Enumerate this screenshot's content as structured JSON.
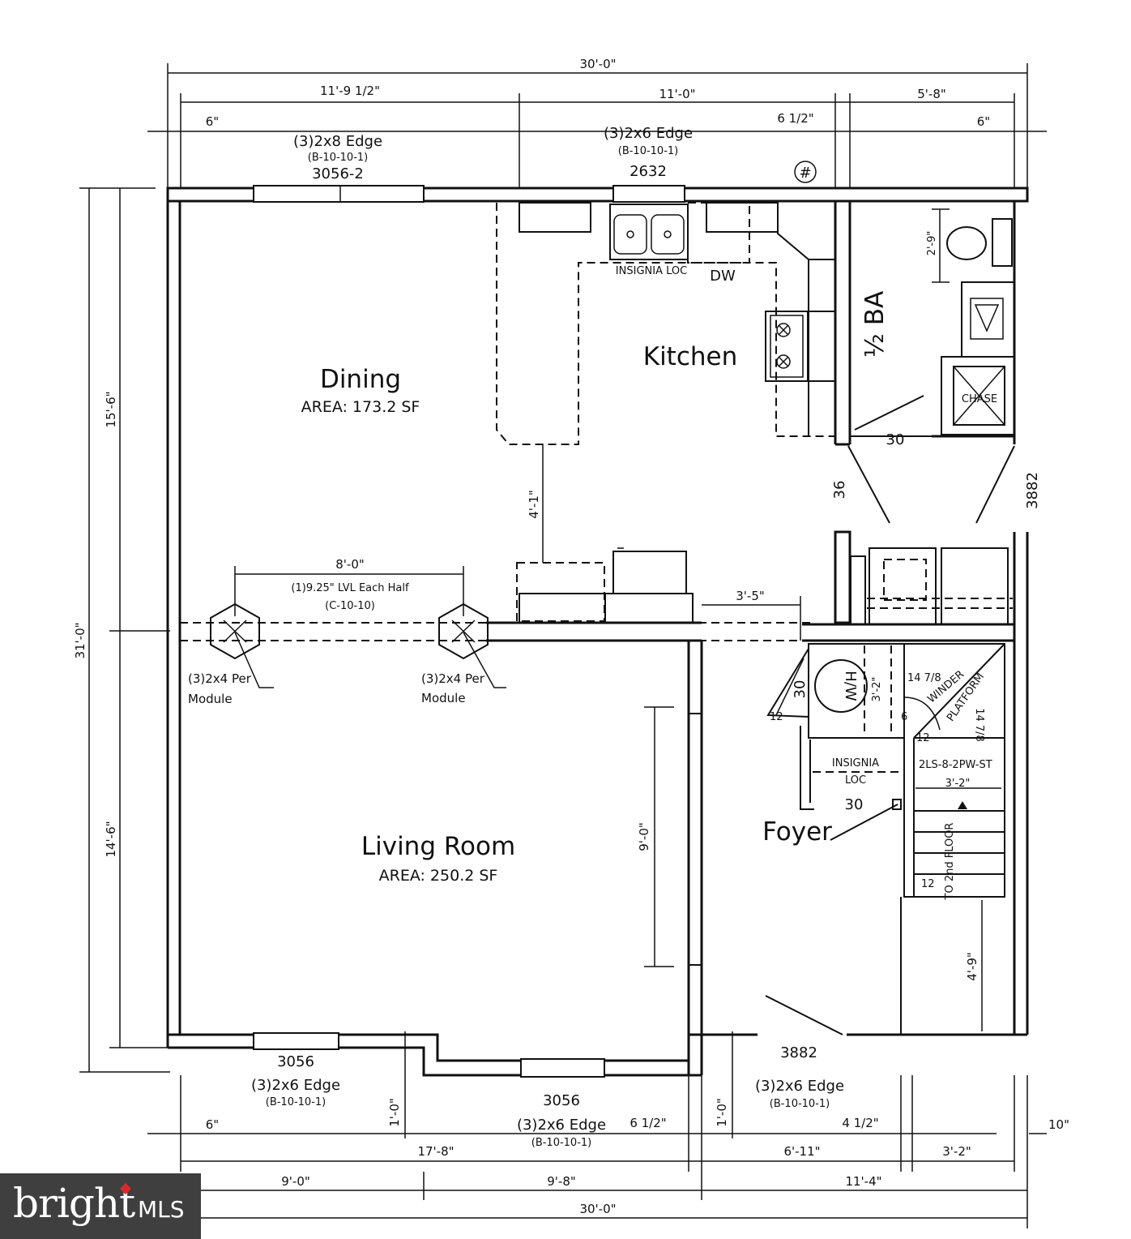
{
  "rooms": {
    "dining": {
      "name": "Dining",
      "area": "AREA:  173.2 SF"
    },
    "kitchen": {
      "name": "Kitchen"
    },
    "living": {
      "name": "Living Room",
      "area": "AREA:  250.2 SF"
    },
    "foyer": {
      "name": "Foyer"
    },
    "half_bath": {
      "name": "½ BA"
    },
    "chase": {
      "name": "CHASE"
    }
  },
  "dims": {
    "top_overall": "30'-0\"",
    "top_1": "11'-9 1/2\"",
    "top_2": "11'-0\"",
    "top_3": "5'-8\"",
    "top_off_1": "6\"",
    "top_off_2": "6 1/2\"",
    "top_off_3": "6\"",
    "left_overall": "31'-0\"",
    "left_upper": "15'-6\"",
    "left_lower": "14'-6\"",
    "bath_h": "2'-9\"",
    "bot_17_8": "17'-8\"",
    "bot_6_11": "6'-11\"",
    "bot_3_2": "3'-2\"",
    "bot_9_0": "9'-0\"",
    "bot_9_8": "9'-8\"",
    "bot_11_4": "11'-4\"",
    "bot_overall": "30'-0\"",
    "bot_off_1": "6\"",
    "bot_off_2": "6 1/2\"",
    "bot_off_3": "4 1/2\"",
    "bot_off_4": "10\"",
    "bay_1": "1'-0\"",
    "bay_2": "1'-0\"",
    "beam_span": "8'-0\"",
    "dining_4_1": "4'-1\"",
    "opening_3_5": "3'-5\"",
    "living_9_0": "9'-0\"",
    "stair_3_2_a": "3'-2\"",
    "stair_3_2_b": "3'-2\"",
    "stair_4_9": "4'-9\""
  },
  "labels": {
    "hdr_top_left": "(3)2x8 Edge",
    "hdr_top_left_ref": "(B-10-10-1)",
    "win_top_left": "3056-2",
    "hdr_top_mid": "(3)2x6 Edge",
    "hdr_top_mid_ref": "(B-10-10-1)",
    "win_top_mid": "2632",
    "hash": "#",
    "insignia_1": "INSIGNIA LOC",
    "dw": "DW",
    "beam": "(1)9.25\" LVL Each Half",
    "beam_ref": "(C-10-10)",
    "post_l1": "(3)2x4 Per",
    "post_l2": "Module",
    "post_r1": "(3)2x4 Per",
    "post_r2": "Module",
    "door_36": "36",
    "door_30_bath": "30",
    "door_3882_r": "3882",
    "door_30_hall": "30",
    "hw": "H/W",
    "stair_14_7_8": "14 7/8",
    "winder": "WINDER",
    "platform": "PLATFORM",
    "stair_14_7_8_b": "14 7/8",
    "stair_6": "6",
    "stair_12a": "12",
    "stair_12b": "12",
    "stair_model": "2LS-8-2PW-ST",
    "insignia_2": "INSIGNIA",
    "insignia_2b": "LOC",
    "door_30_foyer": "30",
    "to_2nd": "TO 2nd FLOOR",
    "win_bot_left": "3056",
    "hdr_bot_left": "(3)2x6 Edge",
    "hdr_bot_left_ref": "(B-10-10-1)",
    "win_bot_mid": "3056",
    "hdr_bot_mid": "(3)2x6 Edge",
    "hdr_bot_mid_ref": "(B-10-10-1)",
    "door_3882_b": "3882",
    "hdr_bot_right": "(3)2x6 Edge",
    "hdr_bot_right_ref": "(B-10-10-1)"
  },
  "logo": {
    "brand": "bright",
    "suffix": "MLS"
  }
}
